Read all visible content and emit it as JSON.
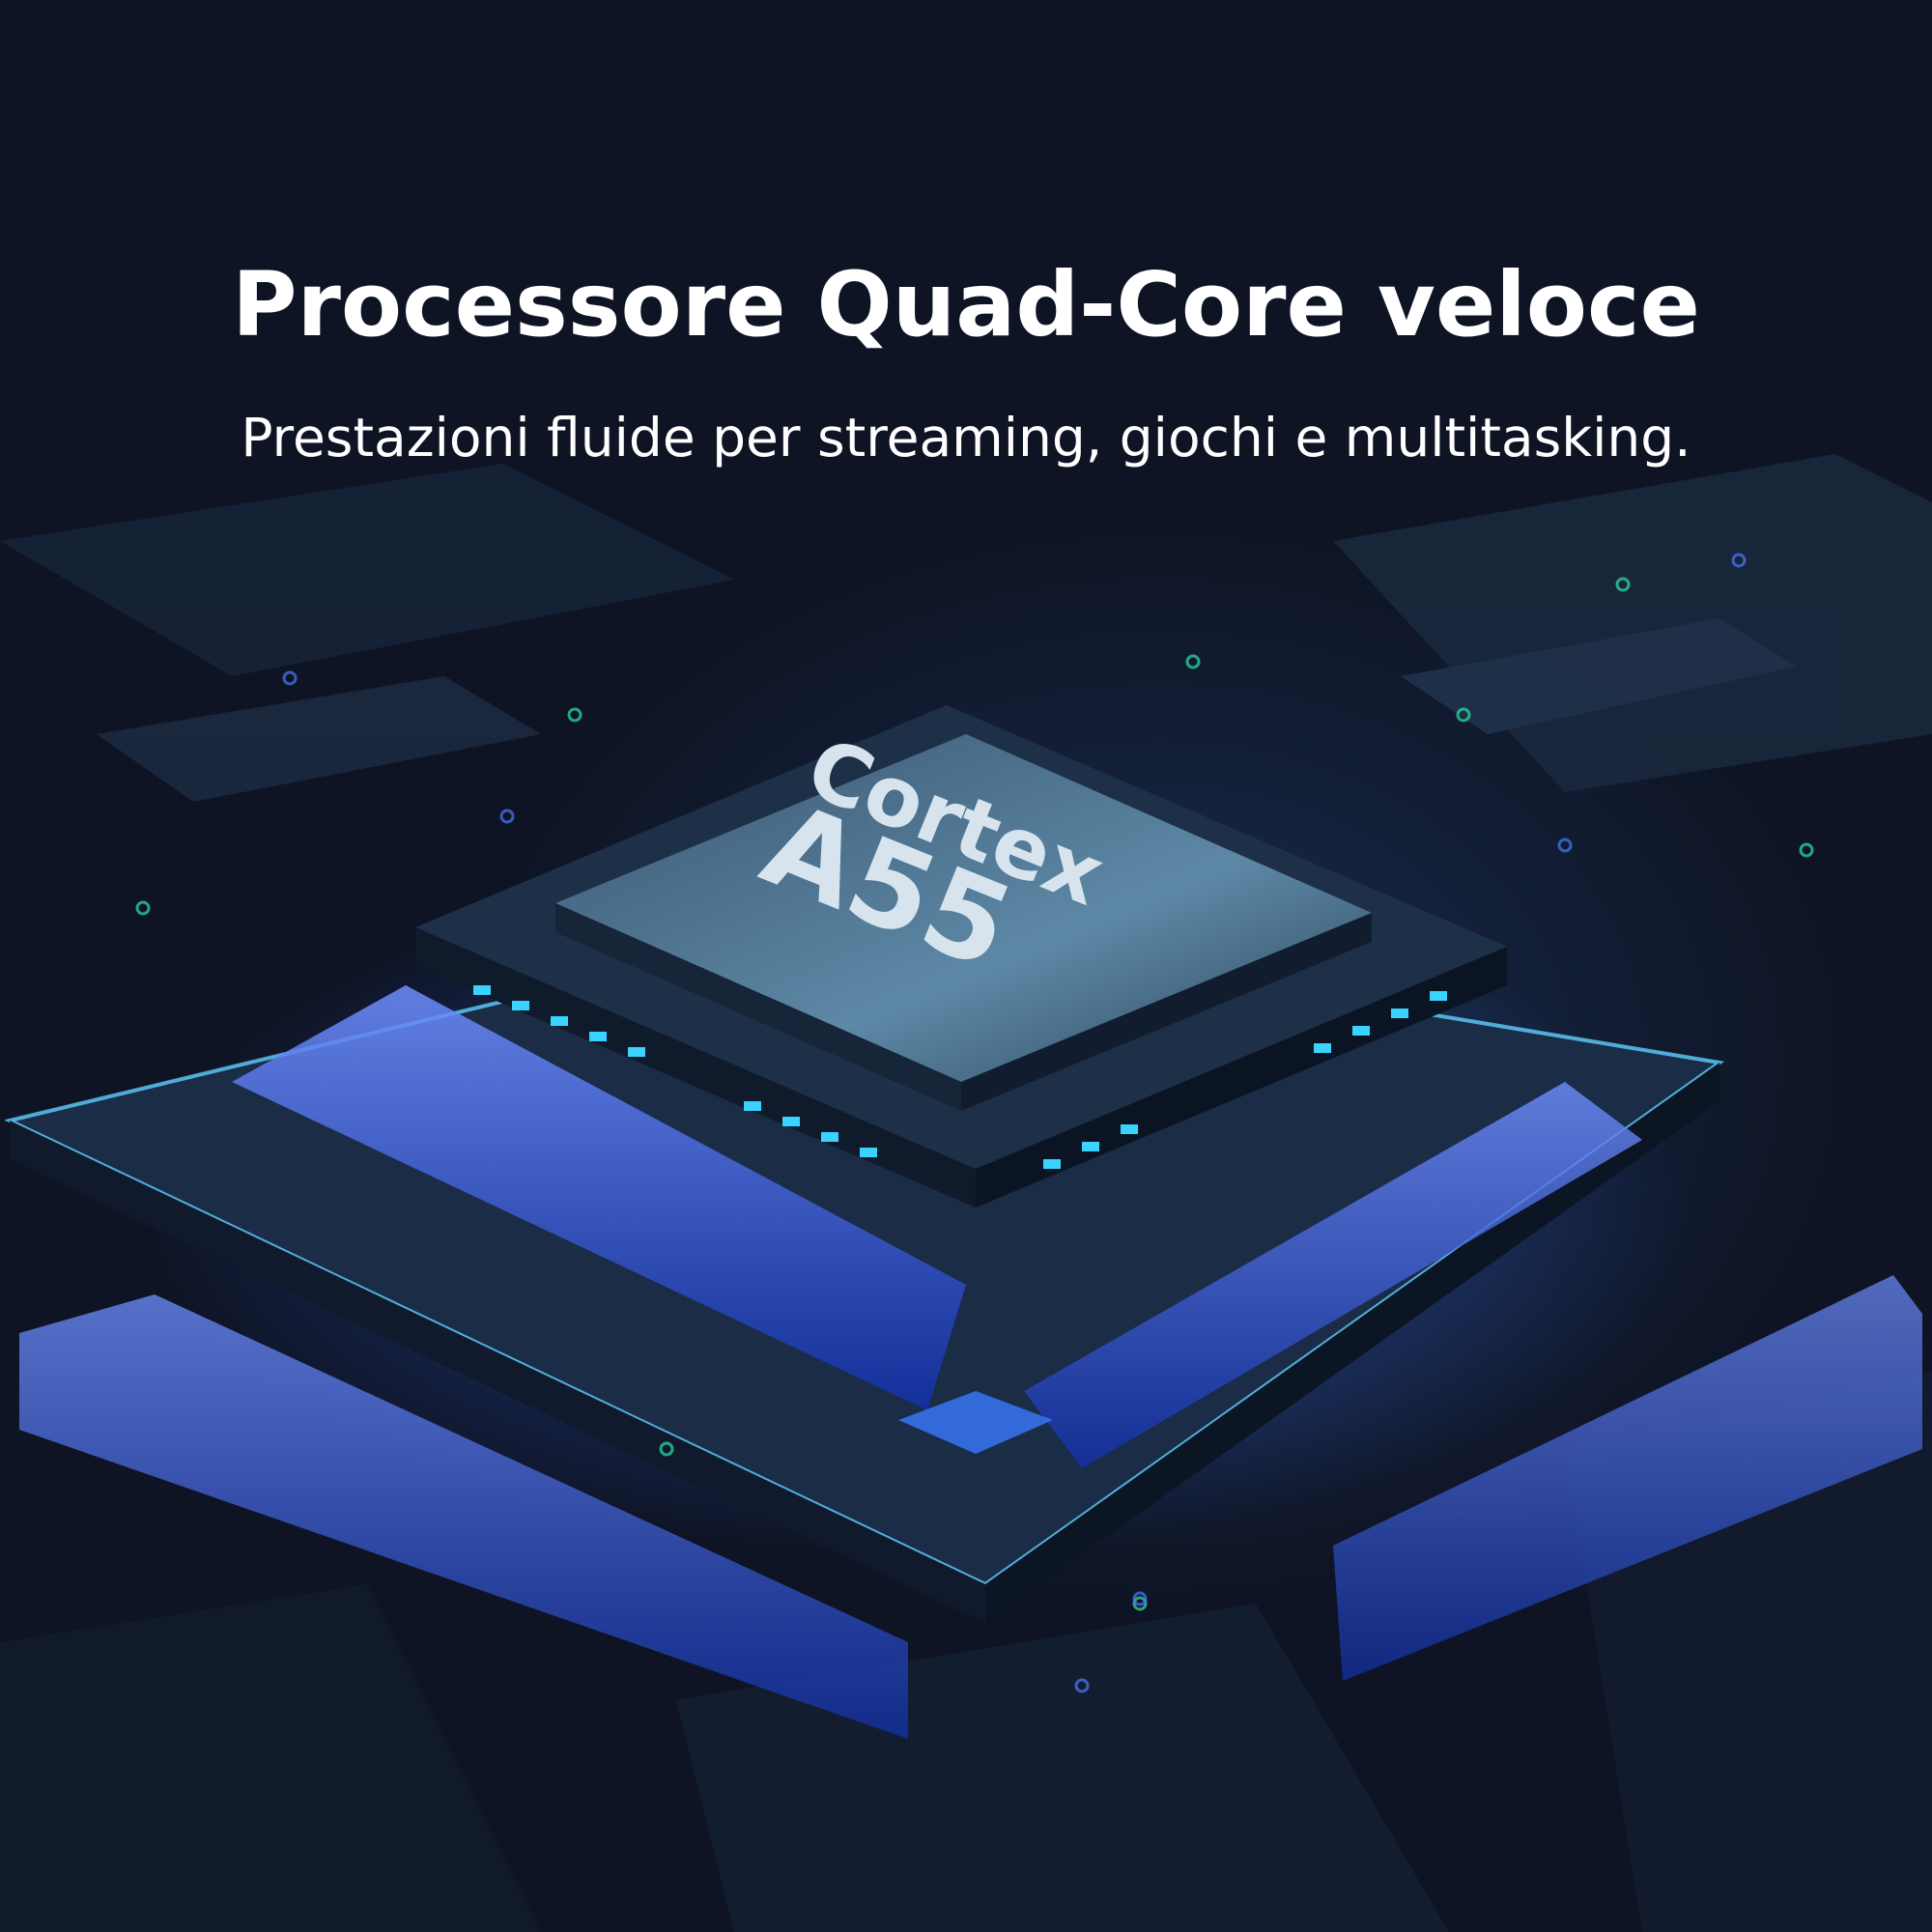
{
  "headline": "Processore Quad-Core veloce",
  "subheadline": "Prestazioni fluide per streaming, giochi e multitasking.",
  "chip": {
    "line1": "Cortex",
    "line2": "A55"
  },
  "colors": {
    "background": "#0e1424",
    "accent_blue": "#2a5cff",
    "glow_cyan": "#3ad2ff",
    "text": "#ffffff"
  }
}
